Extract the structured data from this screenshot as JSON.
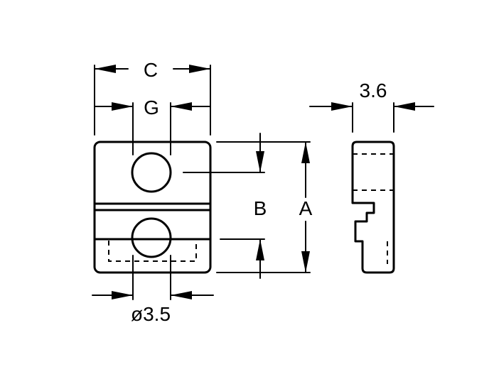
{
  "drawing": {
    "labels": {
      "c": "C",
      "g": "G",
      "b": "B",
      "a": "A",
      "side_width": "3.6",
      "hole_dia": "ø3.5"
    }
  }
}
